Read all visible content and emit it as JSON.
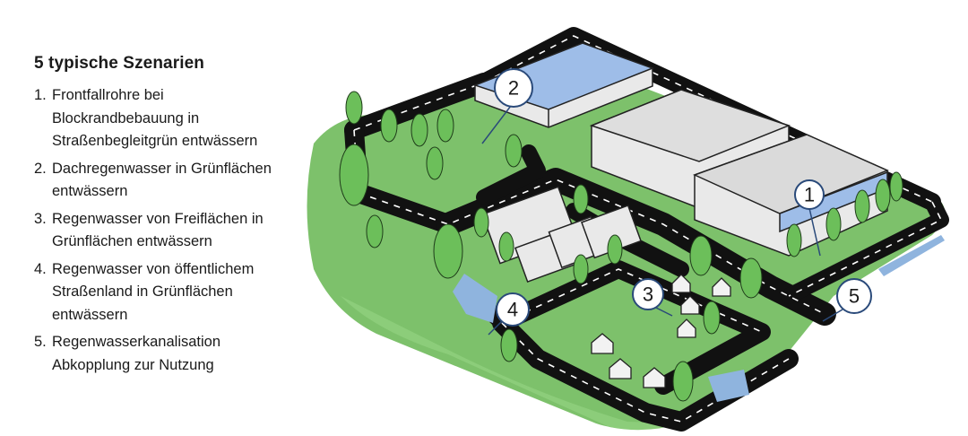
{
  "legend": {
    "title": "5 typische Szenarien",
    "items": [
      {
        "num": "1.",
        "text": "Frontfallrohre bei\nBlockrandbebauung in\nStraßenbegleitgrün entwässern"
      },
      {
        "num": "2.",
        "text": "Dachregenwasser in Grünflächen\nentwässern"
      },
      {
        "num": "3.",
        "text": "Regenwasser von Freiflächen in\nGrünflächen entwässern"
      },
      {
        "num": "4.",
        "text": "Regenwasser von öffentlichem\nStraßenland in Grünflächen\nentwässern"
      },
      {
        "num": "5.",
        "text": "Regenwasserkanalisation\nAbkopplung zur Nutzung"
      }
    ]
  },
  "markers": [
    "1",
    "2",
    "3",
    "4",
    "5"
  ],
  "colors": {
    "grass": "#7dc16b",
    "grass_dark": "#5fa64f",
    "road": "#111111",
    "water": "#8fb4de",
    "roof_blue": "#9ebde8",
    "building": "#e9e9e9",
    "tree": "#6cbf5a"
  }
}
